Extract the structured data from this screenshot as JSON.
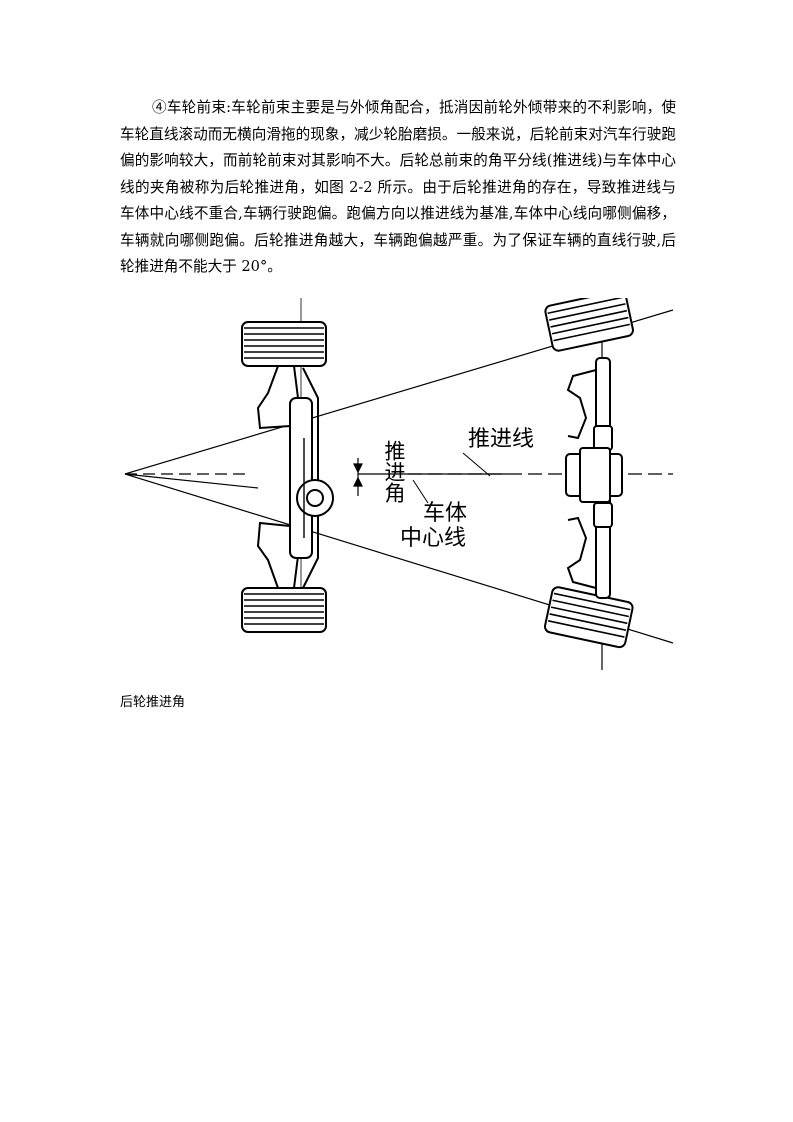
{
  "document": {
    "paragraph": "④车轮前束:车轮前束主要是与外倾角配合，抵消因前轮外倾带来的不利影响，使车轮直线滚动而无横向滑拖的现象，减少轮胎磨损。一般来说，后轮前束对汽车行驶跑偏的影响较大，而前轮前束对其影响不大。后轮总前束的角平分线(推进线)与车体中心线的夹角被称为后轮推进角，如图 2-2 所示。由于后轮推进角的存在，导致推进线与车体中心线不重合,车辆行驶跑偏。跑偏方向以推进线为基准,车体中心线向哪侧偏移，车辆就向哪侧跑偏。后轮推进角越大，车辆跑偏越严重。为了保证车辆的直线行驶,后轮推进角不能大于 20°。",
    "figure": {
      "label_thrust_angle": "推进角",
      "label_thrust_line": "推进线",
      "label_centerline_1": "车体",
      "label_centerline_2": "中心线"
    },
    "caption": "后轮推进角"
  }
}
